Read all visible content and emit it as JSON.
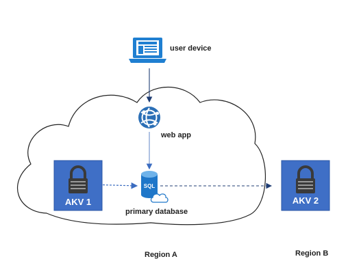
{
  "nodes": {
    "user_device": {
      "label": "user device"
    },
    "web_app": {
      "label": "web app"
    },
    "primary_database": {
      "label": "primary database",
      "icon_text": "SQL"
    },
    "akv1": {
      "label": "AKV 1"
    },
    "akv2": {
      "label": "AKV 2"
    }
  },
  "regions": {
    "a": {
      "label": "Region A"
    },
    "b": {
      "label": "Region B"
    }
  },
  "colors": {
    "vault_fill": "#3f6fc6",
    "vault_border": "#2a56a4",
    "lock": "#3a3a3a",
    "device_blue": "#1f7fd1",
    "web_app_blue": "#2b6fb6",
    "sql_blue": "#1f77c9",
    "cloud_stroke": "#222222",
    "connector": "#3b5fa8"
  }
}
